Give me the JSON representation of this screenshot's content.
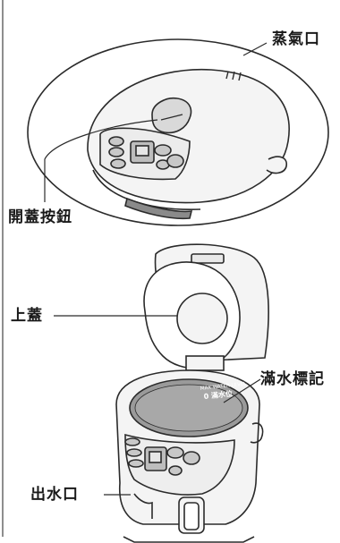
{
  "labels": {
    "steam_vent": "蒸氣口",
    "lid_open_button": "開蓋按鈕",
    "upper_lid": "上蓋",
    "max_water_mark": "滿水標記",
    "water_outlet": "出水口"
  },
  "inner_mark_text": {
    "line1": "MAX WATER LEVEL",
    "line2": "0 滿水位"
  },
  "colors": {
    "outline": "#2b2b2b",
    "body_fill": "#f2f2f2",
    "panel_gray": "#bdbdbd",
    "dark_gray": "#8a8a8a",
    "inner_tank": "#9a9a9a"
  }
}
